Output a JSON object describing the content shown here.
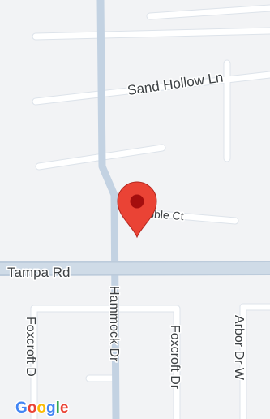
{
  "map": {
    "streets": {
      "sand_hollow": "Sand Hollow Ln",
      "pebble_ct": "bble Ct",
      "tampa_rd": "Tampa Rd",
      "hammock_dr": "Hammock Dr",
      "foxcroft_left": "Foxcroft D",
      "foxcroft_right": "Foxcroft Dr",
      "arbor_dr": "Arbor Dr W"
    },
    "marker": {
      "icon": "map-pin-icon",
      "color": "#ea4335"
    },
    "colors": {
      "land": "#f2f3f5",
      "road": "#ffffff",
      "arterial": "#c3d2e2",
      "highway": "#cfdbe7"
    }
  },
  "attribution": {
    "logo_letters": [
      "G",
      "o",
      "o",
      "g",
      "l",
      "e"
    ],
    "logo_colors": [
      "#4285f4",
      "#ea4335",
      "#fbbc05",
      "#4285f4",
      "#34a853",
      "#ea4335"
    ]
  }
}
